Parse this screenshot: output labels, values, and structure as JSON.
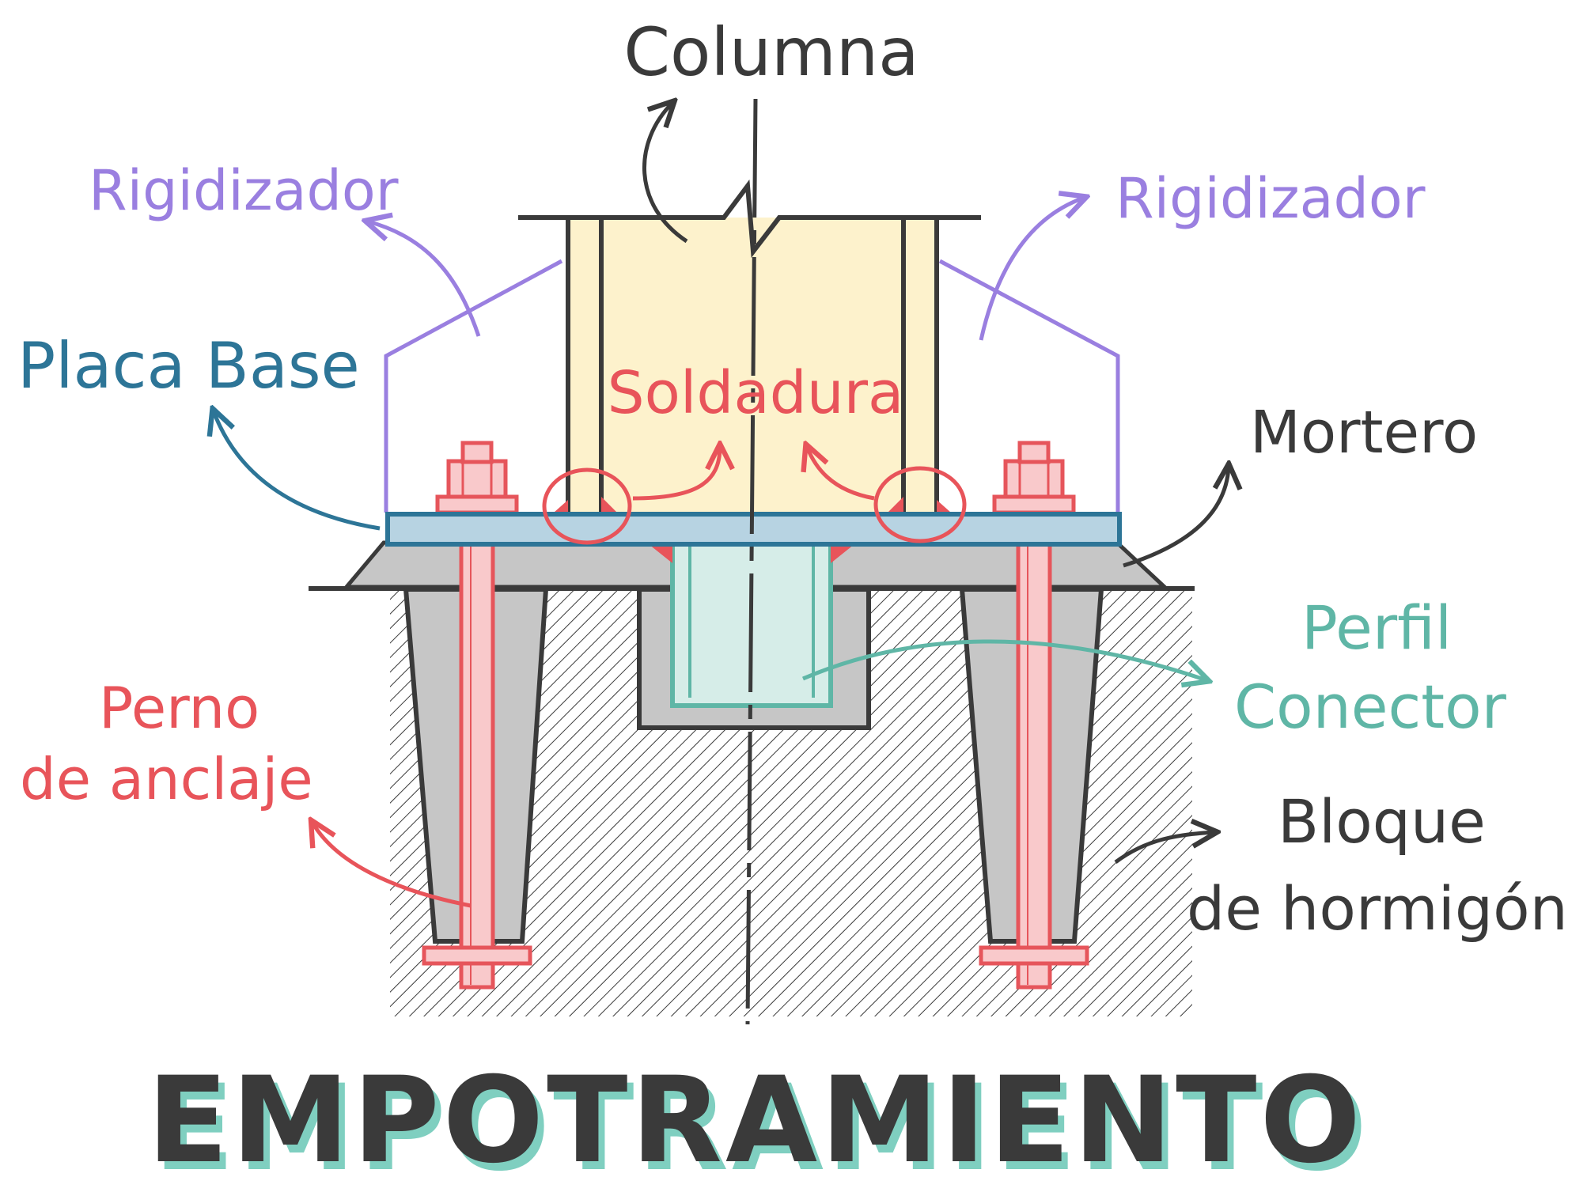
{
  "diagram": {
    "title": "EMPOTRAMIENTO",
    "labels": {
      "columna": "Columna",
      "rigidizador_left": "Rigidizador",
      "rigidizador_right": "Rigidizador",
      "placa_base": "Placa Base",
      "soldadura": "Soldadura",
      "mortero": "Mortero",
      "perfil_line1": "Perfil",
      "perfil_line2": "Conector",
      "perno_line1": "Perno",
      "perno_line2": "de anclaje",
      "bloque_line1": "Bloque",
      "bloque_line2": "de hormigón"
    },
    "colors": {
      "ink": "#3a3a3a",
      "column_fill": "#fdf2cc",
      "stiffener": "#9a7fe0",
      "base_plate_fill": "#b7d3e2",
      "base_plate_stroke": "#2d7597",
      "weld": "#e8545a",
      "bolt_fill": "#f9c9cb",
      "bolt_stroke": "#e6555b",
      "connector_fill": "#d6ede8",
      "connector_stroke": "#5fb6a6",
      "mortar_fill": "#c6c6c6",
      "title_shadow": "#7fcfc0"
    }
  }
}
